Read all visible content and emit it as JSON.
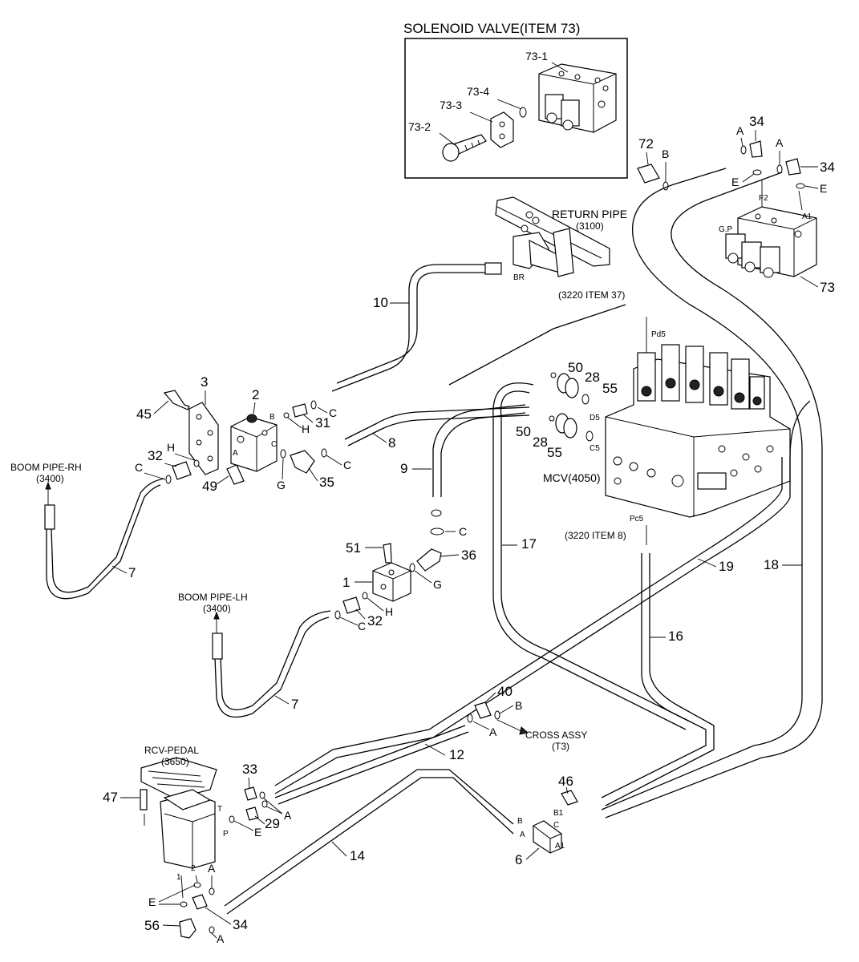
{
  "inset": {
    "title": "SOLENOID VALVE(ITEM 73)",
    "labels": [
      "73-1",
      "73-4",
      "73-3",
      "73-2"
    ]
  },
  "references": {
    "return_pipe": "RETURN PIPE",
    "return_pipe_no": "(3100)",
    "item37": "(3220 ITEM 37)",
    "item8": "(3220 ITEM 8)",
    "mcv": "MCV(4050)",
    "boom_rh": "BOOM PIPE-RH",
    "boom_rh_no": "(3400)",
    "boom_lh": "BOOM PIPE-LH",
    "boom_lh_no": "(3400)",
    "rcv": "RCV-PEDAL",
    "rcv_no": "(3650)",
    "cross": "CROSS ASSY",
    "cross_no": "(T3)"
  },
  "port_labels": {
    "br": "BR",
    "pd5": "Pd5",
    "d5": "D5",
    "c5": "C5",
    "pc5": "Pc5",
    "gp": "G.P",
    "f2": "F2",
    "a1_top": "A1",
    "block2_a": "A",
    "block2_b": "B",
    "block2_c": "C",
    "pedal_t": "T",
    "pedal_p": "P",
    "pedal_1": "1",
    "pedal_2": "2",
    "b6_b": "B",
    "b6_a": "A",
    "b6_b1": "B1",
    "b6_c": "C",
    "b6_a1": "A1"
  },
  "callouts": {
    "n72": "72",
    "n34a": "34",
    "n34b": "34",
    "n34c": "34",
    "n73": "73",
    "n10": "10",
    "n3": "3",
    "n2": "2",
    "n45": "45",
    "n31": "31",
    "n8": "8",
    "n35": "35",
    "n49": "49",
    "n32a": "32",
    "n32b": "32",
    "n9": "9",
    "n50a": "50",
    "n50b": "50",
    "n28a": "28",
    "n28b": "28",
    "n55a": "55",
    "n55b": "55",
    "n7a": "7",
    "n7b": "7",
    "n51": "51",
    "n36": "36",
    "n1": "1",
    "n17": "17",
    "n19": "19",
    "n18": "18",
    "n16": "16",
    "n40": "40",
    "n12": "12",
    "n33": "33",
    "n29": "29",
    "n47": "47",
    "n46": "46",
    "n14": "14",
    "n6": "6",
    "n56": "56"
  },
  "letters": {
    "B_72": "B",
    "A_34a": "A",
    "A_34b": "A",
    "E_34a": "E",
    "E_34b": "E",
    "C_31": "C",
    "H_31": "H",
    "C_8": "C",
    "G_35": "G",
    "C_32a": "C",
    "H_32a": "H",
    "C_9": "C",
    "G_36": "G",
    "H_32b": "H",
    "C_32b": "C",
    "B_40": "B",
    "A_40": "A",
    "A_29": "A",
    "E_29": "E",
    "A_34c": "A",
    "E_pedal": "E",
    "A_56": "A"
  }
}
